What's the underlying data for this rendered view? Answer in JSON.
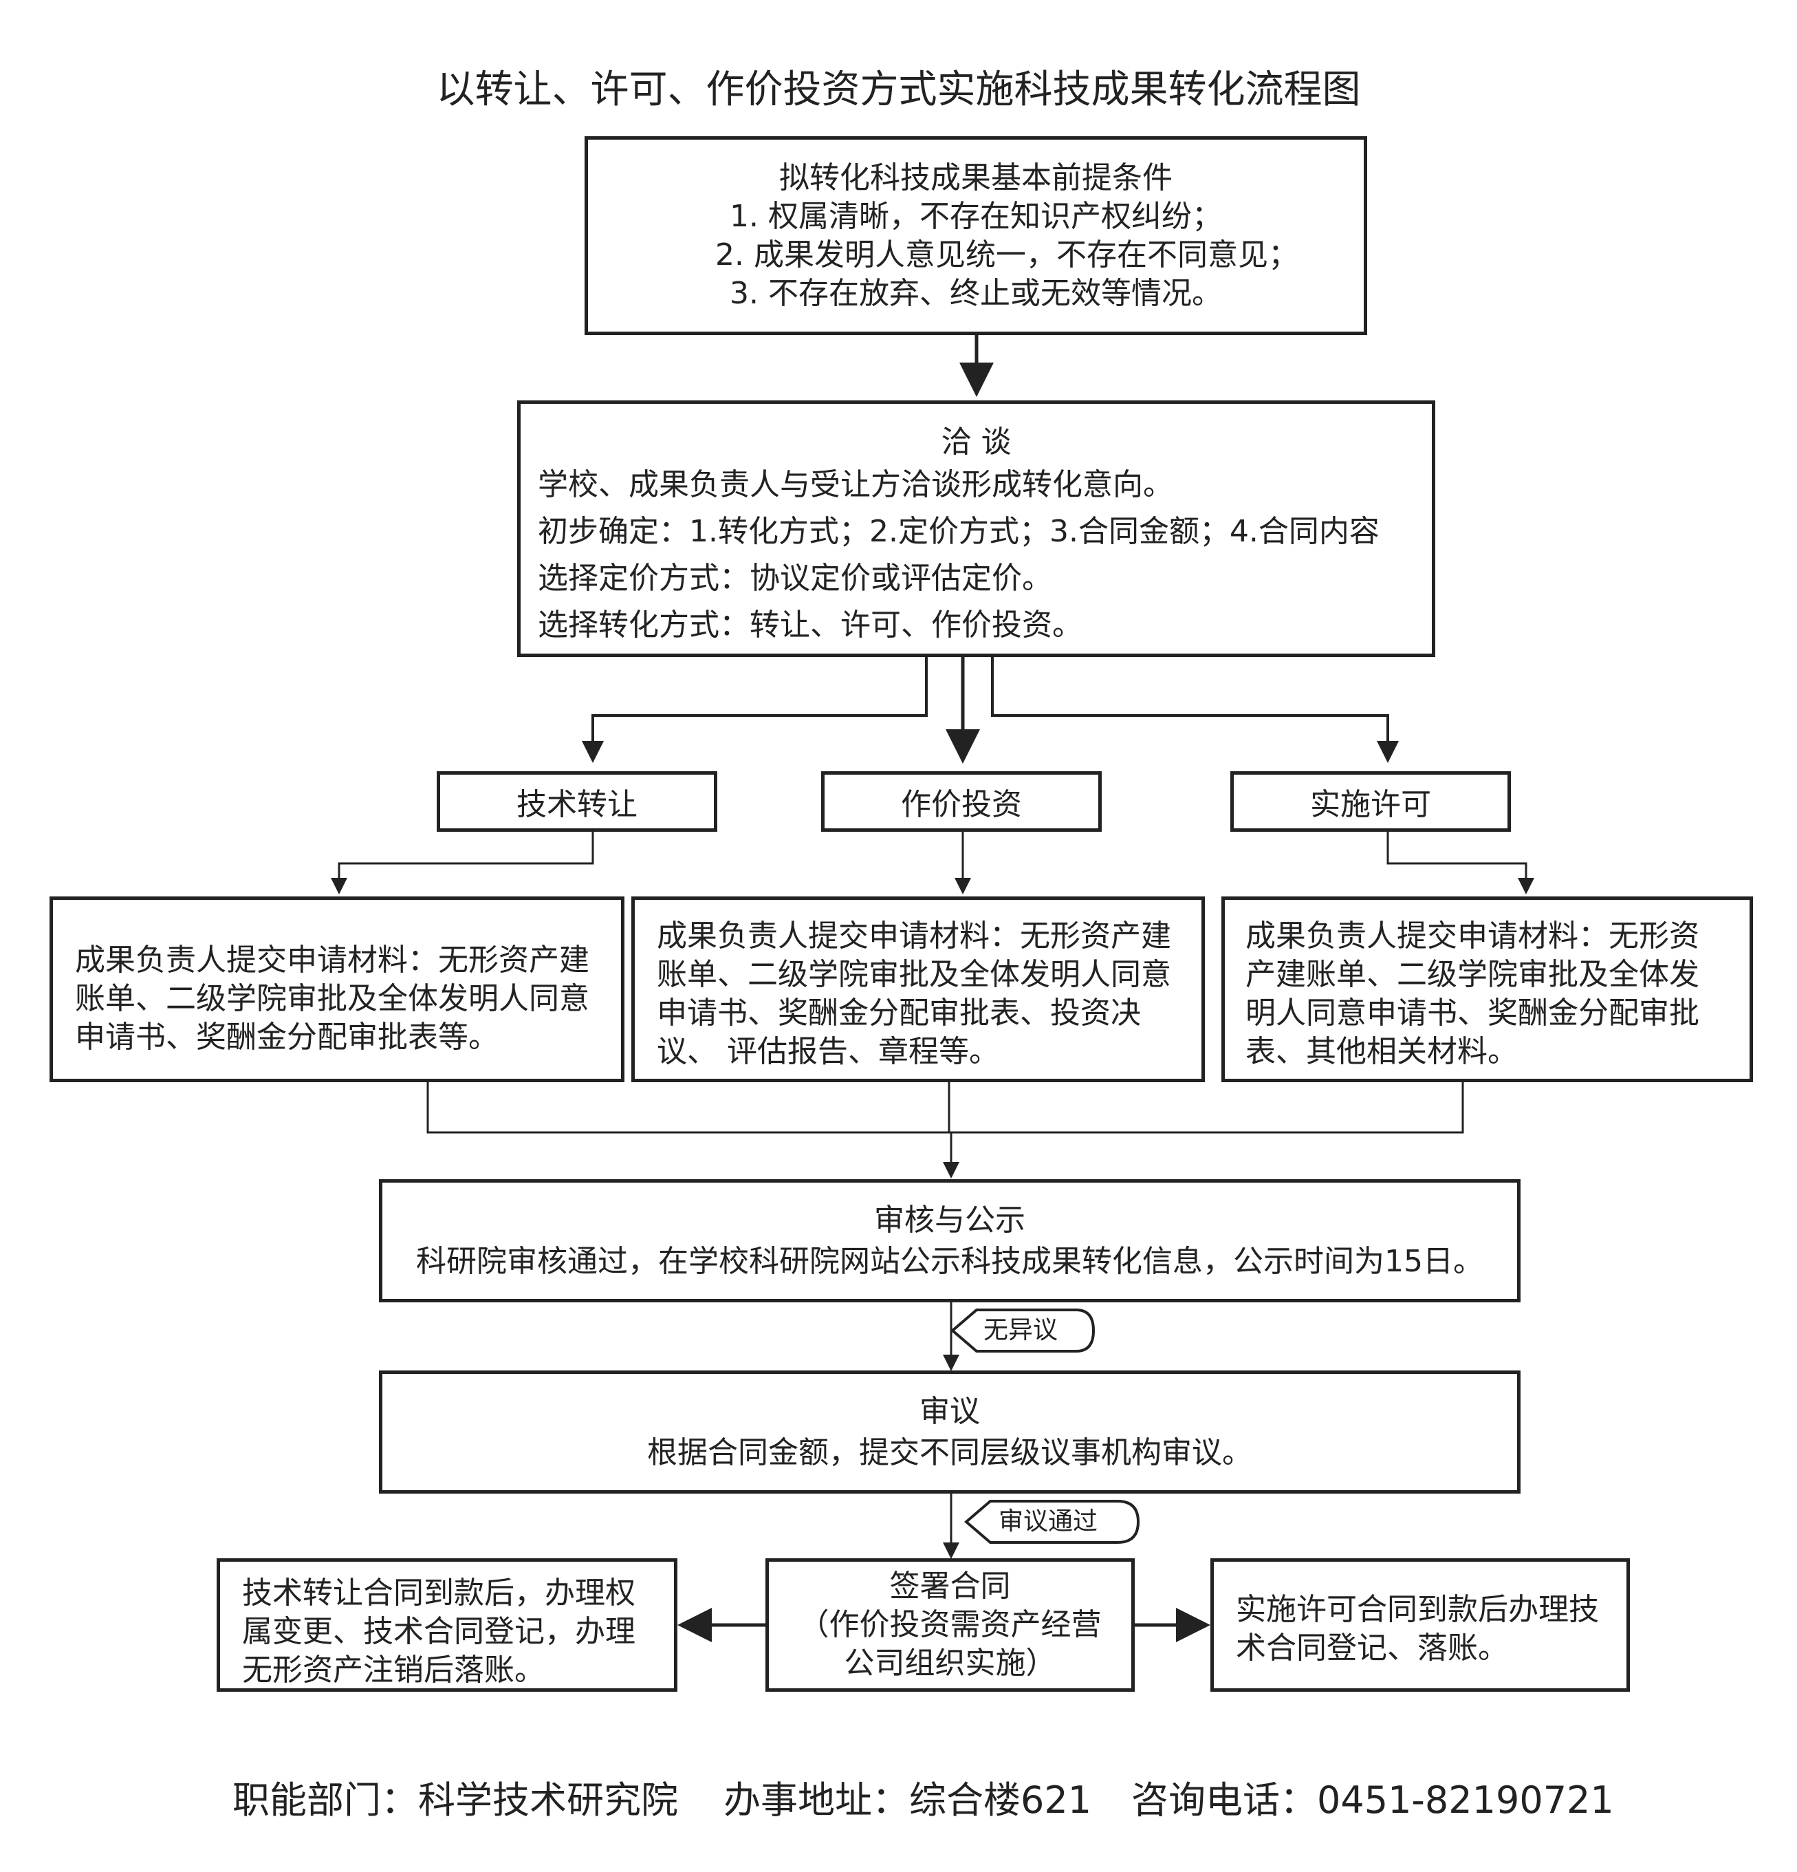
{
  "title": "以转让、许可、作价投资方式实施科技成果转化流程图",
  "precondition": {
    "heading": "拟转化科技成果基本前提条件",
    "items": [
      "1. 权属清晰，不存在知识产权纠纷；",
      "2. 成果发明人意见统一，不存在不同意见；",
      "3. 不存在放弃、终止或无效等情况。"
    ]
  },
  "negotiation": {
    "heading": "洽 谈",
    "lines": [
      "学校、成果负责人与受让方洽谈形成转化意向。",
      "初步确定：1.转化方式；2.定价方式；3.合同金额；4.合同内容",
      "选择定价方式：协议定价或评估定价。",
      "选择转化方式：转让、许可、作价投资。"
    ]
  },
  "methods": {
    "transfer": "技术转让",
    "investment": "作价投资",
    "license": "实施许可"
  },
  "materials": {
    "transfer": "成果负责人提交申请材料：无形资产建账单、二级学院审批及全体发明人同意申请书、奖酬金分配审批表等。",
    "investment": "成果负责人提交申请材料：无形资产建账单、二级学院审批及全体发明人同意申请书、奖酬金分配审批表、投资决议、 评估报告、章程等。",
    "license": "成果负责人提交申请材料：无形资产建账单、二级学院审批及全体发明人同意申请书、奖酬金分配审批表、其他相关材料。"
  },
  "review": {
    "heading": "审核与公示",
    "text": "科研院审核通过，在学校科研院网站公示科技成果转化信息，公示时间为15日。"
  },
  "tag_no_objection": "无异议",
  "deliberation": {
    "heading": "审议",
    "text": "根据合同金额，提交不同层级议事机构审议。"
  },
  "tag_approved": "审议通过",
  "sign": {
    "heading": "签署合同",
    "lines": [
      "（作价投资需资产经营",
      "公司组织实施）"
    ]
  },
  "outcome_transfer": "技术转让合同到款后，办理权属变更、技术合同登记，办理无形资产注销后落账。",
  "outcome_license": "实施许可合同到款后办理技术合同登记、落账。",
  "footer": {
    "department": "职能部门：科学技术研究院",
    "address": "办事地址：综合楼621",
    "phone": "咨询电话：0451-82190721"
  },
  "colors": {
    "stroke": "#222222",
    "text": "#222222",
    "background": "#ffffff"
  }
}
